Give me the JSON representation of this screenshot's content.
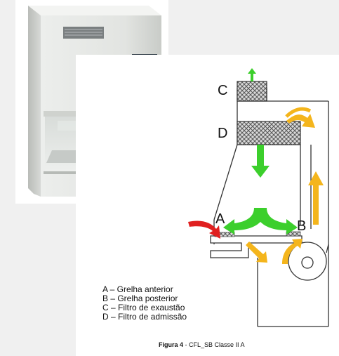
{
  "diagram": {
    "labels": {
      "a": "A",
      "b": "B",
      "c": "C",
      "d": "D"
    },
    "legend": [
      "A – Grelha anterior",
      "B – Grelha posterior",
      "C – Filtro de exaustão",
      "D – Filtro de admissão"
    ],
    "caption": {
      "prefix": "Figura 4",
      "text": " - CFL_SB Classe II A"
    }
  },
  "colors": {
    "filtered_air": "#3ccf2c",
    "recirculated_air": "#f4b51c",
    "room_air": "#e02020",
    "filter_fill": "#cfcfcf",
    "cabinet_body": "#e4e6e3"
  }
}
